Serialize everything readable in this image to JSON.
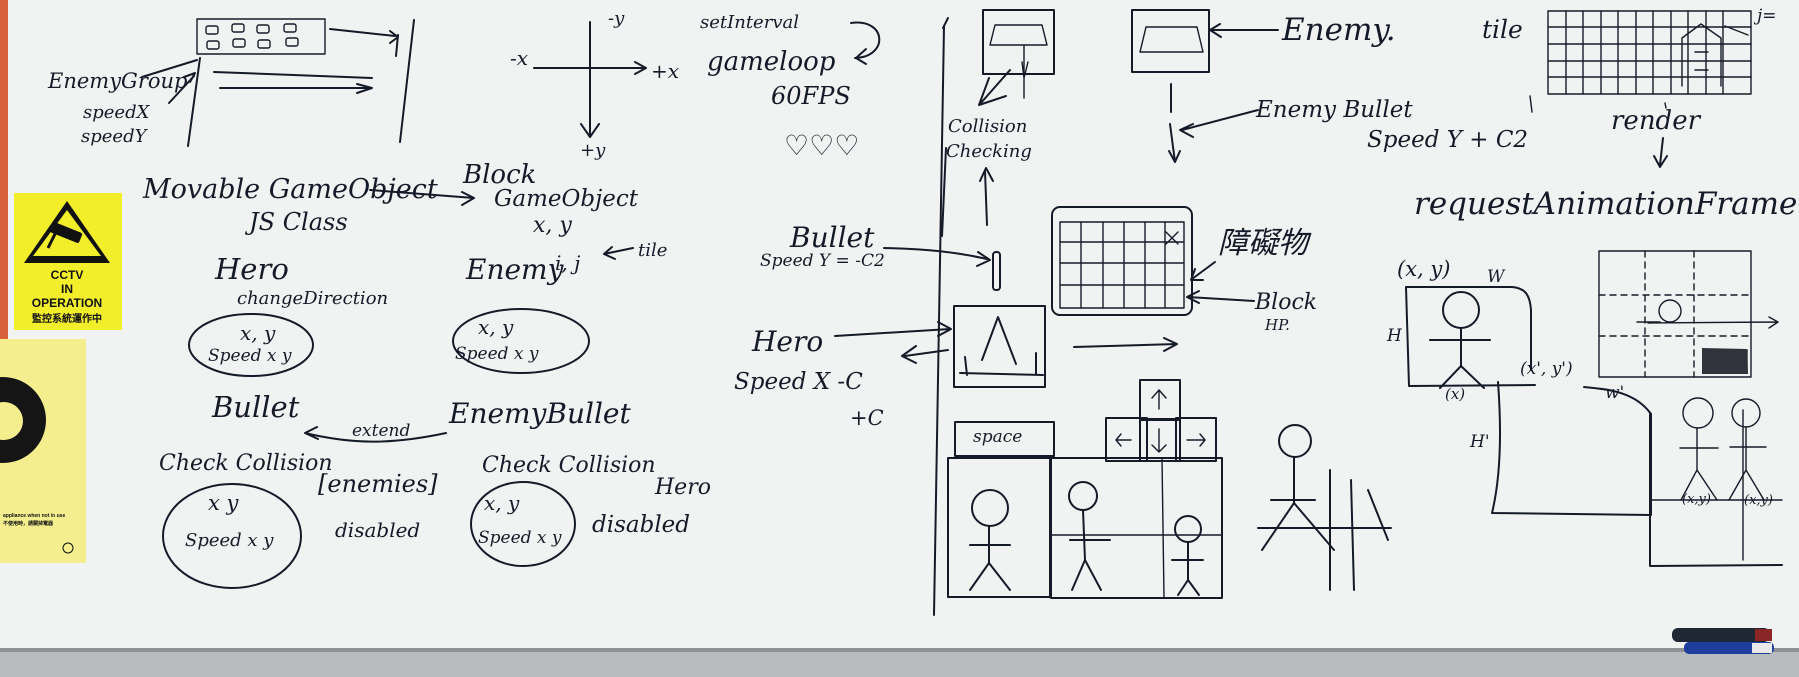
{
  "cctv_sign": {
    "line1": "CCTV",
    "line2": "IN",
    "line3": "OPERATION",
    "line4": "監控系統運作中"
  },
  "yellow_notice": {
    "text1": "appliance when not in use",
    "text2": "不使用時，請關掉電器"
  },
  "notes": {
    "enemy_group": "EnemyGroup",
    "speed_x": "speedX",
    "speed_y": "speedY",
    "axis_neg_x": "-x",
    "axis_pos_x": "+x",
    "axis_neg_y": "-y",
    "axis_pos_y": "+y",
    "set_interval": "setInterval",
    "gameloop": "gameloop",
    "fps": "60FPS",
    "hearts": "♡♡♡",
    "movable_game_object": "Movable GameObject",
    "js_class": "JS Class",
    "block": "Block",
    "game_object": "GameObject",
    "block_xy": "x, y",
    "block_ij": "i, j",
    "tile_arrow": "tile",
    "hero": "Hero",
    "change_direction": "changeDirection",
    "hero_props_1": "x, y",
    "hero_props_2": "Speed x y",
    "enemy": "Enemy",
    "enemy_props_1": "x, y",
    "enemy_props_2": "Speed x y",
    "bullet": "Bullet",
    "extend": "extend",
    "enemy_bullet": "EnemyBullet",
    "check_collision_1": "Check Collision",
    "enemies": "[enemies]",
    "bullet_props_1": "x y",
    "bullet_props_2": "Speed x y",
    "disabled_1": "disabled",
    "check_collision_2": "Check Collision",
    "hero_target": "Hero",
    "eb_props_1": "x, y",
    "eb_props_2": "Speed x y",
    "disabled_2": "disabled",
    "collision_checking_1": "Collision",
    "collision_checking_2": "Checking",
    "bullet_label": "Bullet",
    "bullet_speed": "Speed Y = -C2",
    "hero_label": "Hero",
    "hero_speed": "Speed X -C",
    "hero_speed_2": "+C",
    "enemy_label": "Enemy.",
    "enemy_bullet_label": "Enemy Bullet",
    "enemy_bullet_speed": "Speed Y + C2",
    "obstacle": "障礙物",
    "block_hp_1": "Block",
    "block_hp_2": "HP.",
    "space": "space",
    "tile": "tile",
    "j_eq": "j=",
    "render": "render",
    "request_animation_frame": "requestAnimationFrame",
    "xy": "(x, y)",
    "w": "W",
    "h": "H",
    "x_small": "(x)",
    "x_prime_y_prime": "(x', y')",
    "w_prime": "w'",
    "h_prime": "H'",
    "xy_2": "(x,y)",
    "xy_3": "(x,y)"
  },
  "colors": {
    "board": "#f1f3f2",
    "ink": "#151a28",
    "cctv_yellow": "#f2ee2a",
    "notice_yellow": "#f4ee8e"
  }
}
